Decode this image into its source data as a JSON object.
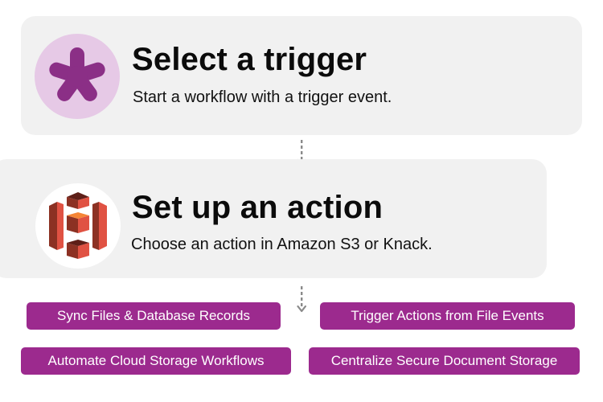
{
  "trigger": {
    "title": "Select a trigger",
    "subtitle": "Start a workflow with a trigger event.",
    "icon": "asterisk-icon"
  },
  "action": {
    "title": "Set up an action",
    "subtitle": "Choose an action in Amazon S3 or Knack.",
    "icon": "amazon-s3-icon"
  },
  "use_cases": [
    "Sync Files & Database Records",
    "Trigger Actions from File Events",
    "Automate Cloud Storage Workflows",
    "Centralize Secure Document Storage"
  ],
  "colors": {
    "accent": "#9c2a8e",
    "card_bg": "#f1f1f1",
    "trigger_icon_bg": "#e6c9e6",
    "asterisk": "#8b2f86",
    "s3_red": "#e05243",
    "s3_dark": "#8c3123"
  }
}
